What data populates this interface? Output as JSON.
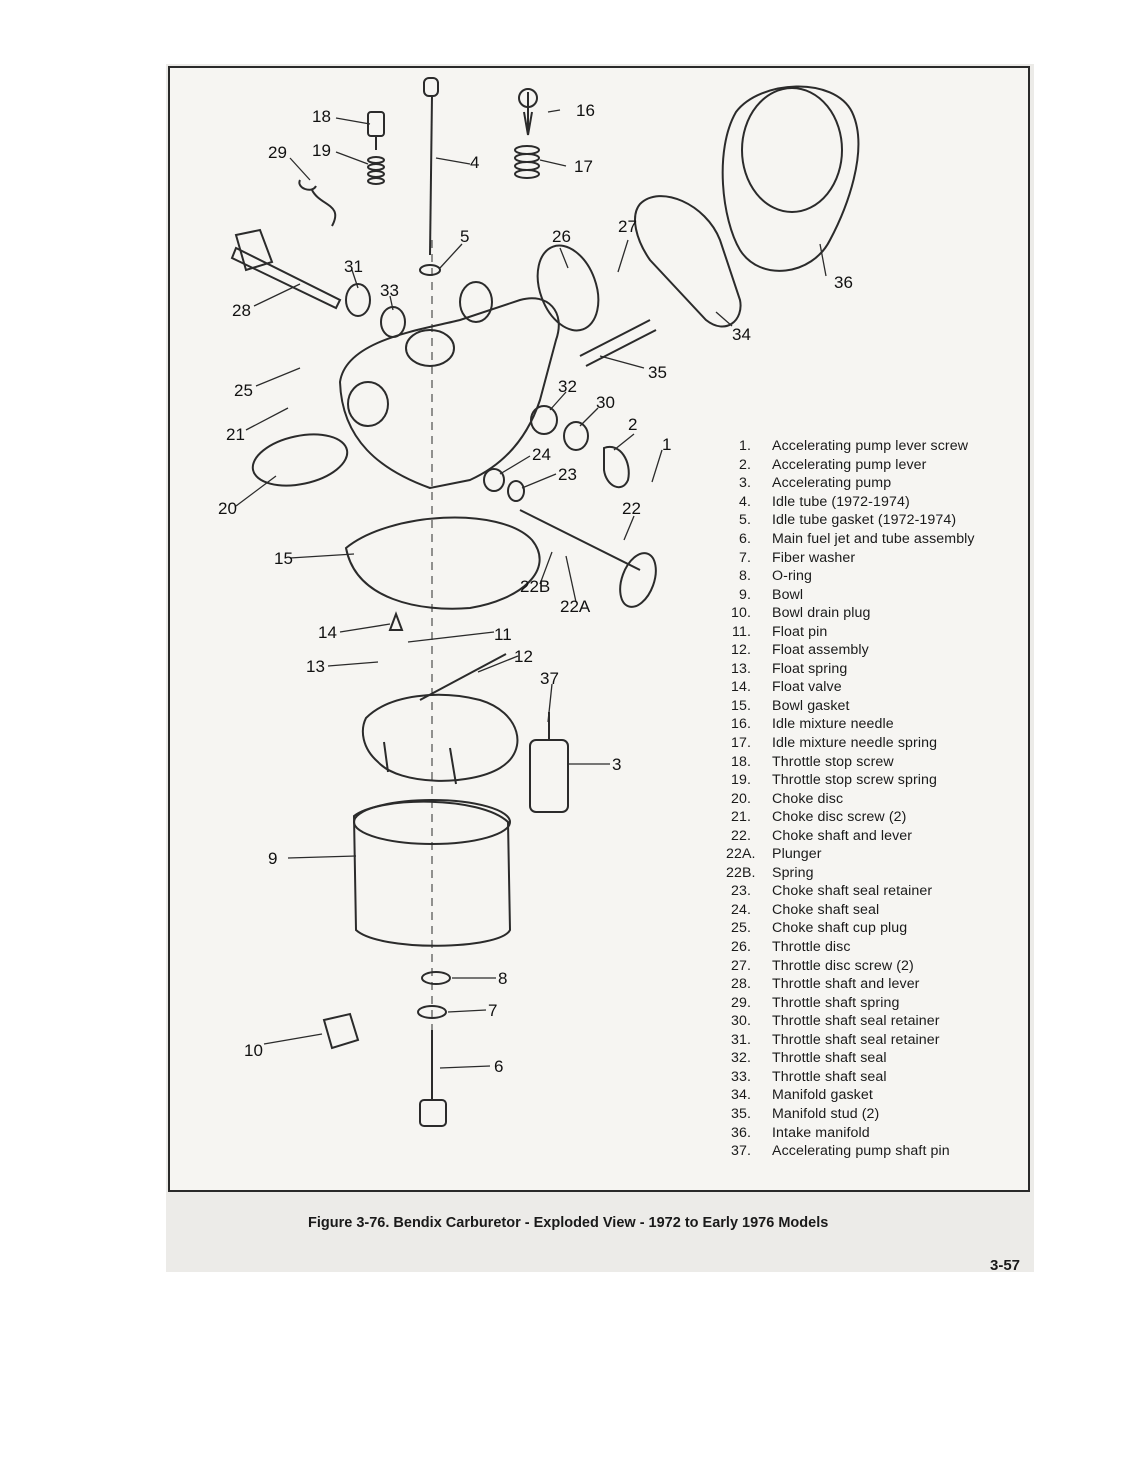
{
  "figure": {
    "callouts": [
      "18",
      "16",
      "29",
      "19",
      "4",
      "17",
      "27",
      "26",
      "5",
      "31",
      "36",
      "33",
      "28",
      "34",
      "35",
      "25",
      "32",
      "30",
      "21",
      "2",
      "24",
      "23",
      "1",
      "20",
      "22",
      "15",
      "22B",
      "22A",
      "14",
      "11",
      "12",
      "13",
      "37",
      "3",
      "9",
      "8",
      "7",
      "10",
      "6"
    ],
    "parts": [
      {
        "num": "1.",
        "label": "Accelerating pump lever screw"
      },
      {
        "num": "2.",
        "label": "Accelerating pump lever"
      },
      {
        "num": "3.",
        "label": "Accelerating pump"
      },
      {
        "num": "4.",
        "label": "Idle tube (1972-1974)"
      },
      {
        "num": "5.",
        "label": "Idle tube gasket (1972-1974)"
      },
      {
        "num": "6.",
        "label": "Main fuel jet and tube assembly"
      },
      {
        "num": "7.",
        "label": "Fiber washer"
      },
      {
        "num": "8.",
        "label": "O-ring"
      },
      {
        "num": "9.",
        "label": "Bowl"
      },
      {
        "num": "10.",
        "label": "Bowl drain plug"
      },
      {
        "num": "11.",
        "label": "Float pin"
      },
      {
        "num": "12.",
        "label": "Float assembly"
      },
      {
        "num": "13.",
        "label": "Float spring"
      },
      {
        "num": "14.",
        "label": "Float valve"
      },
      {
        "num": "15.",
        "label": "Bowl gasket"
      },
      {
        "num": "16.",
        "label": "Idle mixture needle"
      },
      {
        "num": "17.",
        "label": "Idle mixture needle spring"
      },
      {
        "num": "18.",
        "label": "Throttle stop screw"
      },
      {
        "num": "19.",
        "label": "Throttle stop screw spring"
      },
      {
        "num": "20.",
        "label": "Choke disc"
      },
      {
        "num": "21.",
        "label": "Choke disc screw (2)"
      },
      {
        "num": "22.",
        "label": "Choke shaft and lever"
      },
      {
        "num": "22A.",
        "label": "Plunger"
      },
      {
        "num": "22B.",
        "label": "Spring"
      },
      {
        "num": "23.",
        "label": "Choke shaft seal retainer"
      },
      {
        "num": "24.",
        "label": "Choke shaft seal"
      },
      {
        "num": "25.",
        "label": "Choke shaft cup plug"
      },
      {
        "num": "26.",
        "label": "Throttle disc"
      },
      {
        "num": "27.",
        "label": "Throttle disc screw (2)"
      },
      {
        "num": "28.",
        "label": "Throttle shaft and lever"
      },
      {
        "num": "29.",
        "label": "Throttle shaft spring"
      },
      {
        "num": "30.",
        "label": "Throttle shaft seal retainer"
      },
      {
        "num": "31.",
        "label": "Throttle shaft seal retainer"
      },
      {
        "num": "32.",
        "label": "Throttle shaft seal"
      },
      {
        "num": "33.",
        "label": "Throttle shaft seal"
      },
      {
        "num": "34.",
        "label": "Manifold gasket"
      },
      {
        "num": "35.",
        "label": "Manifold stud (2)"
      },
      {
        "num": "36.",
        "label": "Intake manifold"
      },
      {
        "num": "37.",
        "label": "Accelerating pump shaft pin"
      }
    ],
    "caption": "Figure 3-76. Bendix Carburetor - Exploded View - 1972 to Early 1976 Models"
  },
  "page_number": "3-57"
}
